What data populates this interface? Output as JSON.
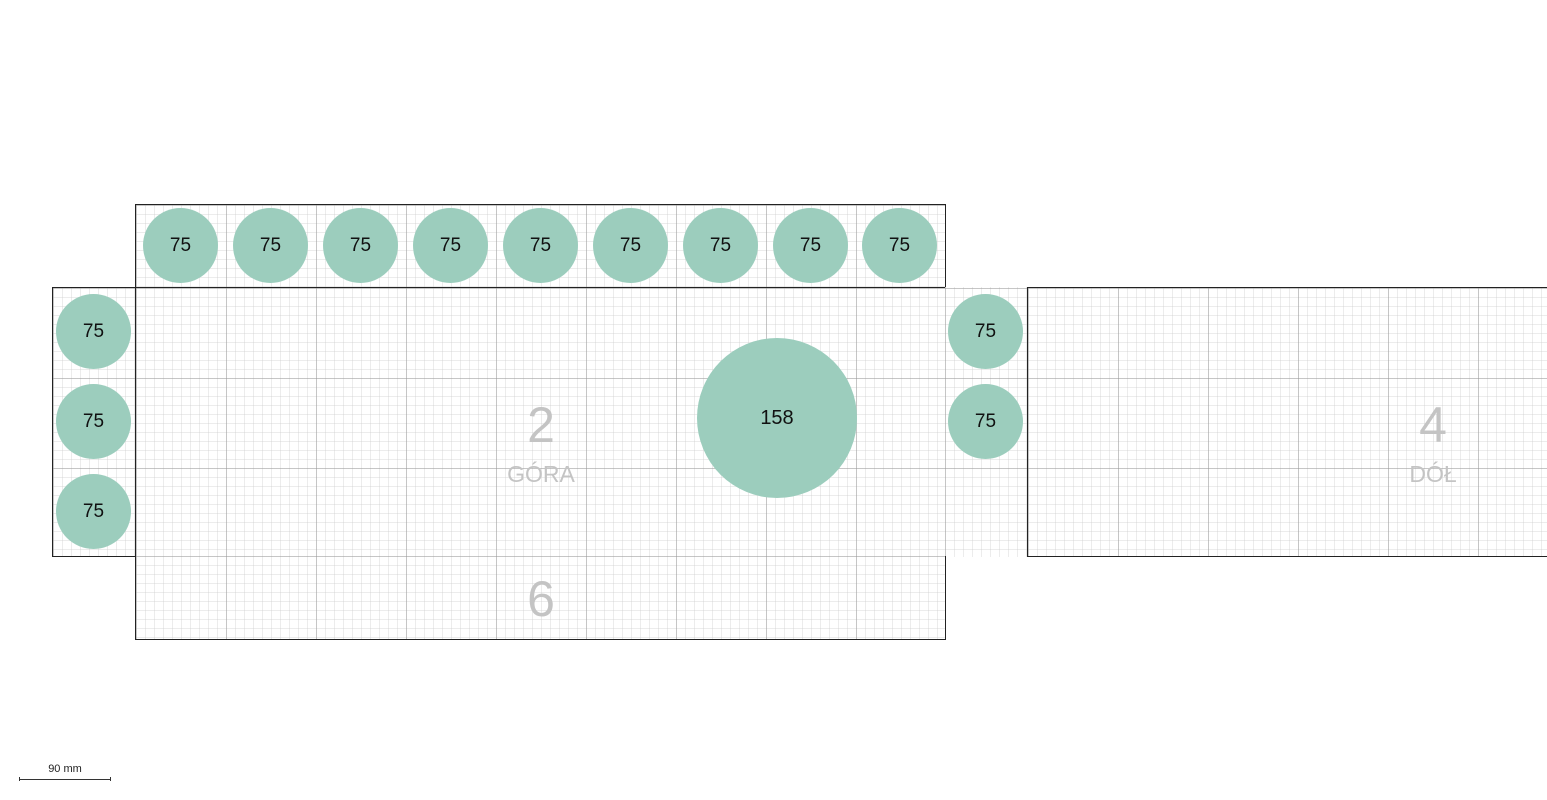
{
  "circle_color": "#9ccdbd",
  "panels": {
    "top_flap": {},
    "gora": {
      "number": "2",
      "name": "GÓRA"
    },
    "left_flap": {},
    "right_flap": {},
    "dol": {
      "number": "4",
      "name": "DÓŁ"
    },
    "bottom_flap": {
      "number": "6"
    }
  },
  "circles": {
    "top_row": [
      "75",
      "75",
      "75",
      "75",
      "75",
      "75",
      "75",
      "75",
      "75"
    ],
    "left_column": [
      "75",
      "75",
      "75"
    ],
    "right_column": [
      "75",
      "75"
    ],
    "large": "158"
  },
  "scale": {
    "label": "90 mm"
  }
}
